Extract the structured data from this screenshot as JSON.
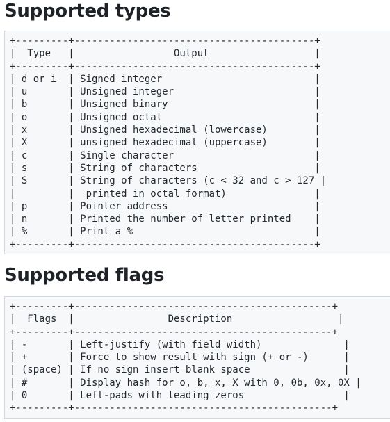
{
  "sections": [
    {
      "title": "Supported types",
      "text": "+---------+-----------------------------------------+\n|  Type   |                 Output                  |\n+---------+-----------------------------------------+\n| d or i  | Signed integer                          |\n| u       | Unsigned integer                        |\n| b       | Unsigned binary                         |\n| o       | Unsigned octal                          |\n| x       | Unsigned hexadecimal (lowercase)        |\n| X       | unsigned hexadecimal (uppercase)        |\n| c       | Single character                        |\n| s       | String of characters                    |\n| S       | String of characters (c < 32 and c > 127 |\n|         |  printed in octal format)               |\n| p       | Pointer address                         |\n| n       | Printed the number of letter printed    |\n| %       | Print a %                               |\n+---------+-----------------------------------------+"
    },
    {
      "title": "Supported flags",
      "text": "+---------+--------------------------------------------+\n|  Flags  |                Description                  |\n+---------+--------------------------------------------+\n| -       | Left-justify (with field width)              |\n| +       | Force to show result with sign (+ or -)      |\n| (space) | If no sign insert blank space                |\n| #       | Display hash for o, b, x, X with 0, 0b, 0x, 0X |\n| 0       | Left-pads with leading zeros                 |\n+---------+--------------------------------------------+"
    }
  ]
}
